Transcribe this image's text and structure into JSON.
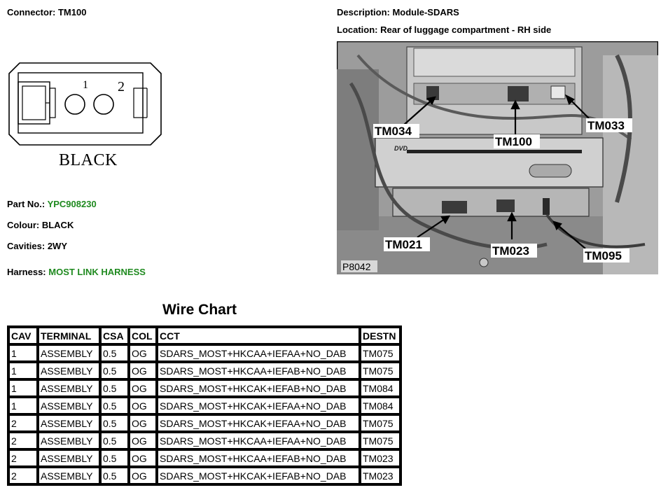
{
  "header": {
    "connector_label": "Connector:",
    "connector_value": "TM100",
    "description_label": "Description:",
    "description_value": "Module-SDARS",
    "location_label": "Location:",
    "location_value": "Rear of luggage compartment - RH side"
  },
  "diagram": {
    "pin_numbers": [
      "1",
      "2"
    ],
    "colour_caption": "BLACK"
  },
  "details": {
    "part_no_label": "Part No.:",
    "part_no_value": "YPC908230",
    "colour_label": "Colour:",
    "colour_value": "BLACK",
    "cavities_label": "Cavities:",
    "cavities_value": "2WY",
    "harness_label": "Harness:",
    "harness_value": "MOST LINK HARNESS"
  },
  "photo": {
    "labels": [
      "TM034",
      "TM100",
      "TM033",
      "TM021",
      "TM023",
      "TM095"
    ],
    "figure_id": "P8042"
  },
  "wire_chart": {
    "title": "Wire Chart",
    "columns": [
      "CAV",
      "TERMINAL",
      "CSA",
      "COL",
      "CCT",
      "DESTN"
    ],
    "rows": [
      [
        "1",
        "ASSEMBLY",
        "0.5",
        "OG",
        "SDARS_MOST+HKCAA+IEFAA+NO_DAB",
        "TM075"
      ],
      [
        "1",
        "ASSEMBLY",
        "0.5",
        "OG",
        "SDARS_MOST+HKCAA+IEFAB+NO_DAB",
        "TM075"
      ],
      [
        "1",
        "ASSEMBLY",
        "0.5",
        "OG",
        "SDARS_MOST+HKCAK+IEFAB+NO_DAB",
        "TM084"
      ],
      [
        "1",
        "ASSEMBLY",
        "0.5",
        "OG",
        "SDARS_MOST+HKCAK+IEFAA+NO_DAB",
        "TM084"
      ],
      [
        "2",
        "ASSEMBLY",
        "0.5",
        "OG",
        "SDARS_MOST+HKCAK+IEFAA+NO_DAB",
        "TM075"
      ],
      [
        "2",
        "ASSEMBLY",
        "0.5",
        "OG",
        "SDARS_MOST+HKCAA+IEFAA+NO_DAB",
        "TM075"
      ],
      [
        "2",
        "ASSEMBLY",
        "0.5",
        "OG",
        "SDARS_MOST+HKCAA+IEFAB+NO_DAB",
        "TM023"
      ],
      [
        "2",
        "ASSEMBLY",
        "0.5",
        "OG",
        "SDARS_MOST+HKCAK+IEFAB+NO_DAB",
        "TM023"
      ]
    ]
  },
  "colors": {
    "value_green": "#1f8a1f"
  }
}
